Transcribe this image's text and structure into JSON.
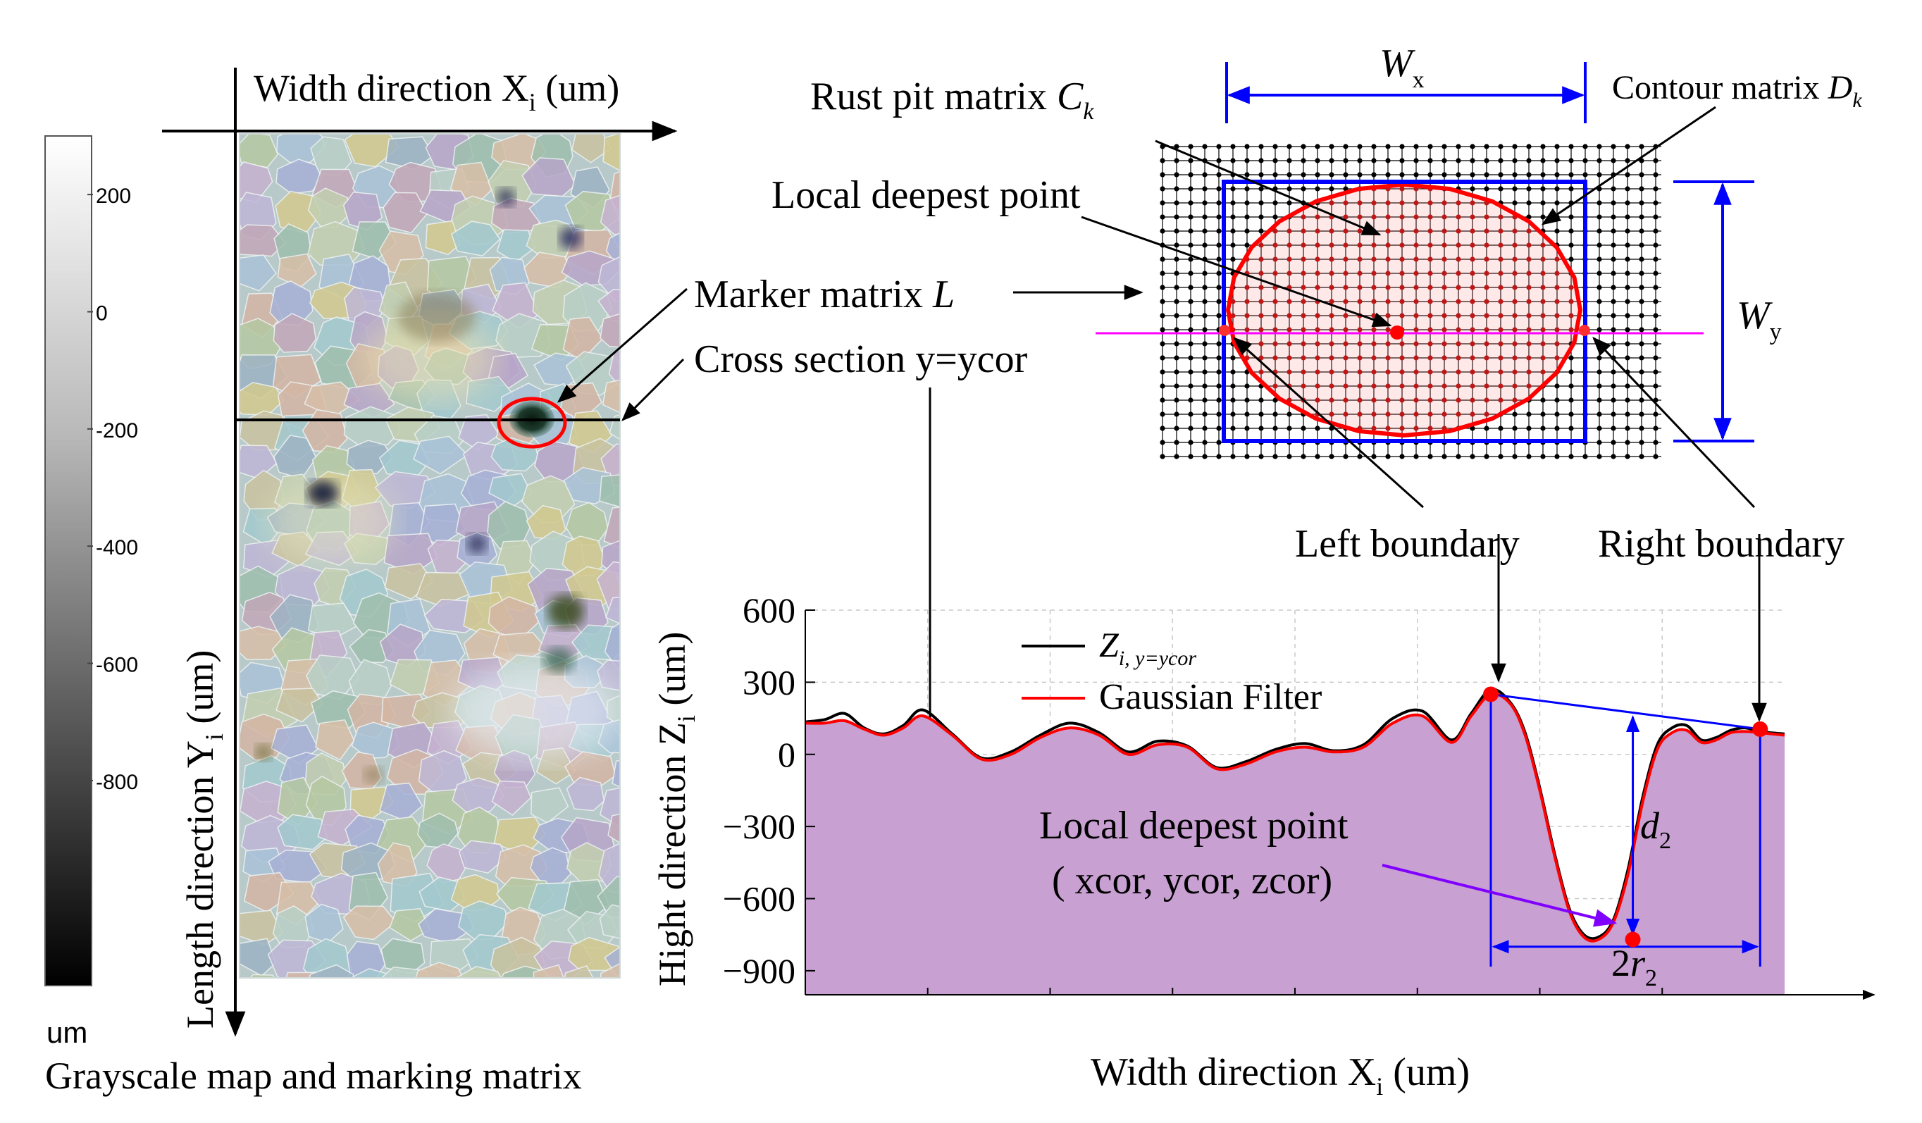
{
  "colorbar": {
    "tick_labels": [
      "200",
      "0",
      "-200",
      "-400",
      "-600",
      "-800"
    ],
    "unit": "um"
  },
  "left_panel": {
    "caption": "Grayscale map and marking matrix",
    "x_axis_label": "Width direction X",
    "x_axis_sub": "i",
    "x_axis_unit": " (um)",
    "y_axis_label": "Length direction Y",
    "y_axis_sub": "i",
    "y_axis_unit": " (um)"
  },
  "annotations": {
    "marker_matrix_text": "Marker matrix ",
    "marker_matrix_symbol": "L",
    "cross_section": "Cross section y=ycor",
    "rust_pit_text": "Rust pit matrix ",
    "rust_pit_symbol": "C",
    "rust_pit_sub": "k",
    "contour_text": "Contour matrix ",
    "contour_symbol": "D",
    "contour_sub": "k",
    "local_deepest_top": "Local deepest point",
    "wx_symbol": "W",
    "wx_sub": "x",
    "wy_symbol": "W",
    "wy_sub": "y",
    "left_boundary": "Left boundary",
    "right_boundary": "Right boundary",
    "local_deepest_bottom": "Local deepest point",
    "coords": "( xcor, ycor, zcor)",
    "d2_symbol": "d",
    "d2_sub": "2",
    "r2_prefix": "2",
    "r2_symbol": "r",
    "r2_sub": "2"
  },
  "chart_data": {
    "type": "area",
    "x_label": "Width direction X",
    "x_label_sub": "i",
    "x_label_unit": " (um)",
    "y_label": "Hight direction Z",
    "y_label_sub": "i",
    "y_label_unit": " (um)",
    "ylim": [
      -1000,
      600
    ],
    "y_ticks": [
      600,
      300,
      0,
      -300,
      -600,
      -900
    ],
    "y_tick_labels": [
      "600",
      "300",
      "0",
      "−300",
      "−600",
      "−900"
    ],
    "x_ticks_labeled": false,
    "xlim": [
      0,
      100
    ],
    "legend": {
      "raw_symbol": "Z",
      "raw_sub": "i, y=ycor",
      "filter_label": "Gaussian Filter",
      "placement": "top-left"
    },
    "colors": {
      "raw": "#000000",
      "filter": "#ff0000",
      "fill": "#c8a0d2"
    },
    "series": [
      {
        "name": "Gaussian Filter",
        "x": [
          0,
          2,
          4,
          6,
          8,
          10,
          12,
          15,
          18,
          21,
          24,
          27,
          30,
          33,
          36,
          39,
          42,
          45,
          48,
          51,
          54,
          57,
          60,
          63,
          66,
          68,
          70,
          72,
          73.5,
          75,
          76.5,
          78,
          79.5,
          81,
          82.5,
          84,
          85.5,
          87,
          88.5,
          90,
          91.5,
          93,
          94.5,
          96,
          97.5,
          100
        ],
        "y": [
          130,
          130,
          140,
          105,
          80,
          110,
          160,
          80,
          -20,
          0,
          70,
          110,
          80,
          0,
          40,
          30,
          -60,
          -40,
          10,
          30,
          10,
          30,
          130,
          160,
          50,
          160,
          250,
          210,
          80,
          -150,
          -420,
          -650,
          -760,
          -770,
          -700,
          -500,
          -200,
          20,
          90,
          100,
          50,
          60,
          90,
          95,
          90,
          80
        ]
      },
      {
        "name": "Z i, y=ycor",
        "x": [
          0,
          2,
          4,
          6,
          8,
          10,
          12,
          15,
          18,
          21,
          24,
          27,
          30,
          33,
          36,
          39,
          42,
          45,
          48,
          51,
          54,
          57,
          60,
          63,
          66,
          68,
          70,
          72,
          73.5,
          75,
          76.5,
          78,
          79.5,
          81,
          82.5,
          84,
          85.5,
          87,
          88.5,
          90,
          91.5,
          93,
          94.5,
          96,
          97.5,
          100
        ],
        "y": [
          135,
          145,
          170,
          110,
          85,
          120,
          185,
          85,
          -15,
          10,
          80,
          130,
          90,
          10,
          55,
          35,
          -55,
          -30,
          20,
          45,
          15,
          40,
          150,
          180,
          60,
          170,
          270,
          215,
          90,
          -140,
          -410,
          -640,
          -750,
          -760,
          -690,
          -480,
          -180,
          40,
          110,
          120,
          60,
          70,
          100,
          110,
          95,
          85
        ]
      }
    ],
    "markers": [
      {
        "label": "Left boundary",
        "x": 70,
        "y": 250
      },
      {
        "label": "Right boundary",
        "x": 97.5,
        "y": 105
      },
      {
        "label": "Local deepest point",
        "x": 84.5,
        "y": -770
      }
    ]
  }
}
